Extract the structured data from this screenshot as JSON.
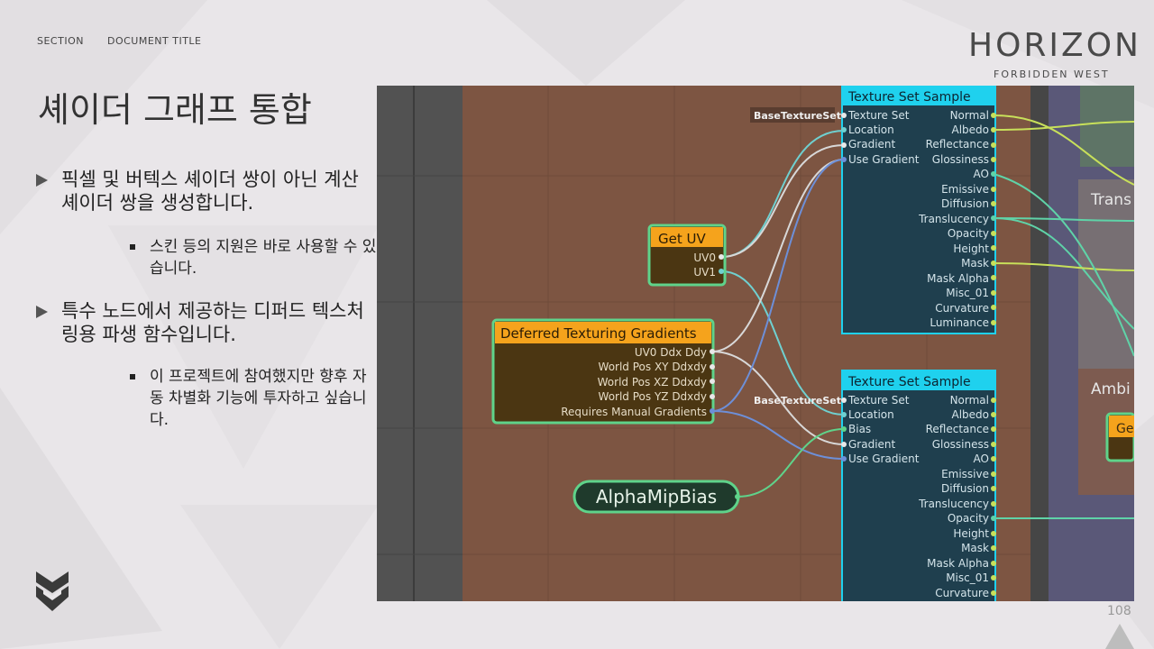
{
  "header": {
    "section": "SECTION",
    "document_title": "DOCUMENT  TITLE"
  },
  "slide_title": "셰이더 그래프 통합",
  "logo": {
    "main": "HORIZON",
    "sub": "FORBIDDEN WEST",
    "mark": "II"
  },
  "bullets": [
    {
      "text": "픽셀 및 버텍스 셰이더 쌍이 아닌 계산 셰이더 쌍을 생성합니다.",
      "sub": [
        "스킨 등의 지원은 바로 사용할 수 있습니다."
      ]
    },
    {
      "text": "특수 노드에서 제공하는 디퍼드 텍스처링용 파생 함수입니다.",
      "sub": [
        "이 프로젝트에 참여했지만 향후 자동 차별화 기능에 투자하고 싶습니다."
      ]
    }
  ],
  "graph": {
    "texture_set_sample_1": {
      "title": "Texture Set Sample",
      "input_label": "BaseTextureSet",
      "inputs": [
        "Texture Set",
        "Location",
        "Gradient",
        "Use Gradient"
      ],
      "outputs": [
        "Normal",
        "Albedo",
        "Reflectance",
        "Glossiness",
        "AO",
        "Emissive",
        "Diffusion",
        "Translucency",
        "Opacity",
        "Height",
        "Mask",
        "Mask Alpha",
        "Misc_01",
        "Curvature",
        "Luminance"
      ]
    },
    "texture_set_sample_2": {
      "title": "Texture Set Sample",
      "input_label": "BaseTextureSet",
      "inputs": [
        "Texture Set",
        "Location",
        "Bias",
        "Gradient",
        "Use Gradient"
      ],
      "outputs": [
        "Normal",
        "Albedo",
        "Reflectance",
        "Glossiness",
        "AO",
        "Emissive",
        "Diffusion",
        "Translucency",
        "Opacity",
        "Height",
        "Mask",
        "Mask Alpha",
        "Misc_01",
        "Curvature"
      ]
    },
    "get_uv": {
      "title": "Get UV",
      "outputs": [
        "UV0",
        "UV1"
      ]
    },
    "deferred": {
      "title": "Deferred Texturing Gradients",
      "outputs": [
        "UV0 Ddx Ddy",
        "World Pos XY Ddxdy",
        "World Pos XZ Ddxdy",
        "World Pos YZ Ddxdy",
        "Requires Manual Gradients"
      ]
    },
    "alpha_mip_bias": "AlphaMipBias",
    "partial_labels": {
      "trans": "Trans",
      "ambi": "Ambi",
      "ge": "Ge"
    }
  },
  "page_number": "108",
  "colors": {
    "accent_cyan": "#1fd1ee",
    "node_orange": "#f5a31c",
    "green_border": "#5fd38a"
  }
}
